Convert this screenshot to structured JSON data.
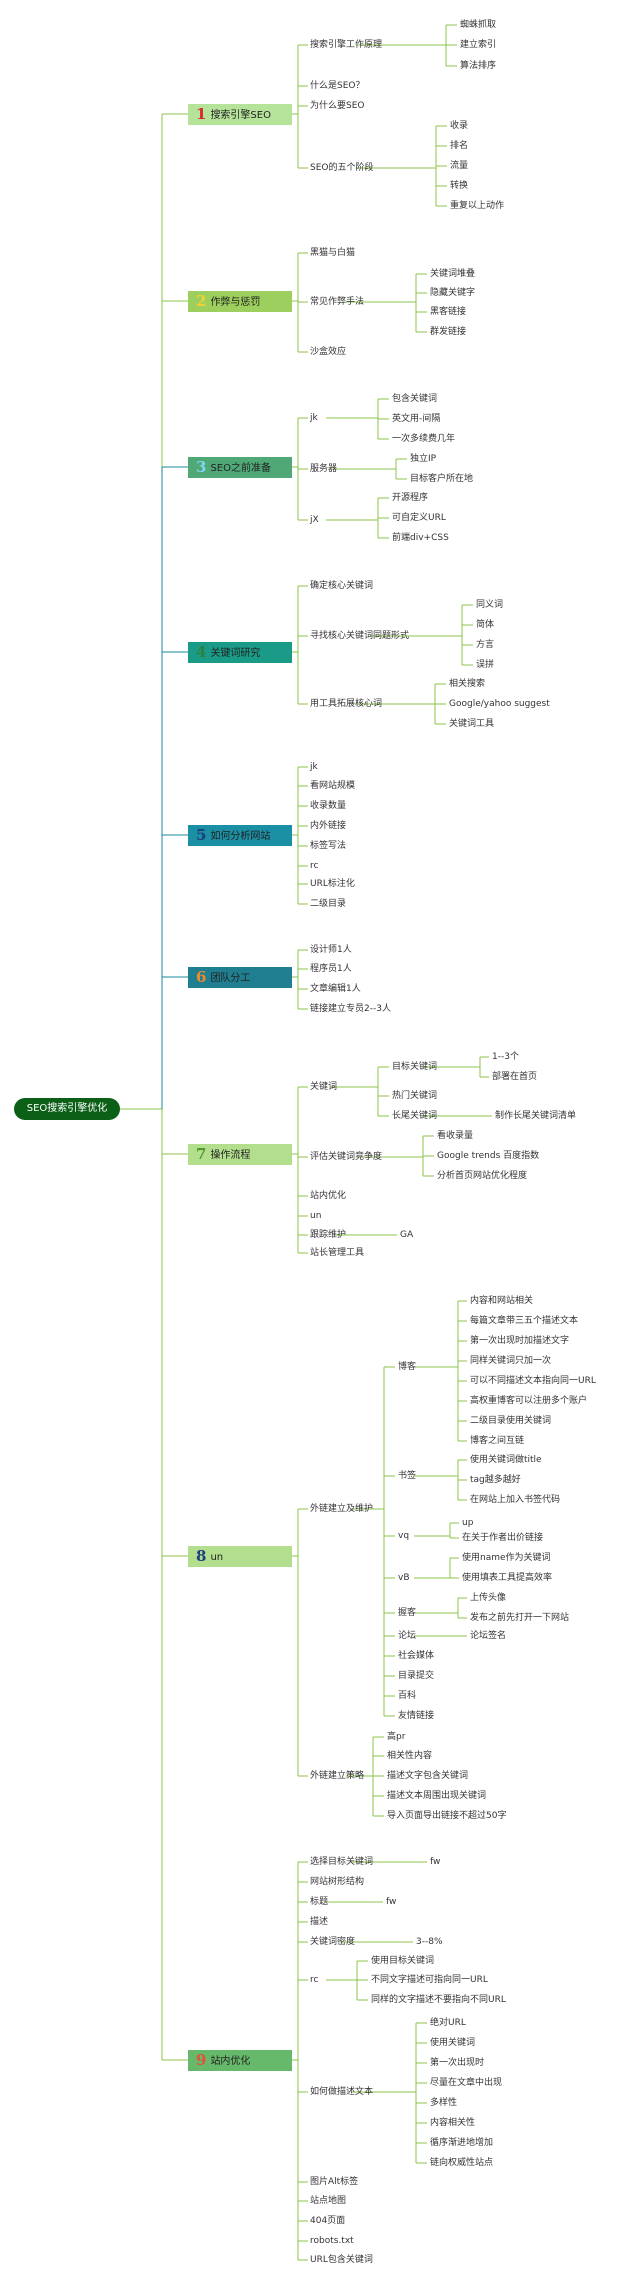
{
  "root": "SEO搜索引擎优化",
  "colors": {
    "line_green": "#8bc34a",
    "line_teal": "#1a8a9c",
    "root_bg": "#0b5f17"
  },
  "sections": [
    {
      "num": "1",
      "label": "搜索引擎SEO",
      "bg": "#b6e39a",
      "num_color": "#d8262c",
      "children": [
        {
          "label": "搜索引擎工作原理",
          "children": [
            {
              "label": "蜘蛛抓取"
            },
            {
              "label": "建立索引"
            },
            {
              "label": "算法排序"
            }
          ]
        },
        {
          "label": "什么是SEO？"
        },
        {
          "label": "为什么要SEO"
        },
        {
          "label": "SEO的五个阶段",
          "children": [
            {
              "label": "收录"
            },
            {
              "label": "排名"
            },
            {
              "label": "流量"
            },
            {
              "label": "转换"
            },
            {
              "label": "重复以上动作"
            }
          ]
        }
      ]
    },
    {
      "num": "2",
      "label": "作弊与惩罚",
      "bg": "#9ccf5d",
      "num_color": "#f2d230",
      "children": [
        {
          "label": "黑猫与白猫"
        },
        {
          "label": "常见作弊手法",
          "children": [
            {
              "label": "关键词堆叠"
            },
            {
              "label": "隐藏关键字"
            },
            {
              "label": "黑客链接"
            },
            {
              "label": "群发链接"
            }
          ]
        },
        {
          "label": "沙盒效应"
        }
      ]
    },
    {
      "num": "3",
      "label": "SEO之前准备",
      "bg": "#4fa876",
      "num_color": "#7fd6f2",
      "children": [
        {
          "label": "jk",
          "children": [
            {
              "label": "包含关键词"
            },
            {
              "label": "英文用-间隔"
            },
            {
              "label": "一次多续费几年"
            }
          ]
        },
        {
          "label": "服务器",
          "children": [
            {
              "label": "独立IP"
            },
            {
              "label": "目标客户所在地"
            }
          ]
        },
        {
          "label": "jX",
          "children": [
            {
              "label": "开源程序"
            },
            {
              "label": "可自定义URL"
            },
            {
              "label": "前端div+CSS"
            }
          ]
        }
      ]
    },
    {
      "num": "4",
      "label": "关键词研究",
      "bg": "#1a9b87",
      "num_color": "#2e7f43",
      "children": [
        {
          "label": "确定核心关键词"
        },
        {
          "label": "寻找核心关键词同题形式",
          "children": [
            {
              "label": "同义词"
            },
            {
              "label": "简体"
            },
            {
              "label": "方言"
            },
            {
              "label": "误拼"
            }
          ]
        },
        {
          "label": "用工具拓展核心词",
          "children": [
            {
              "label": "相关搜索"
            },
            {
              "label": "Google/yahoo suggest"
            },
            {
              "label": "关键词工具"
            }
          ]
        }
      ]
    },
    {
      "num": "5",
      "label": "如何分析网站",
      "bg": "#1b8fa3",
      "num_color": "#1d3f80",
      "children": [
        {
          "label": "jk"
        },
        {
          "label": "看网站规模"
        },
        {
          "label": "收录数量"
        },
        {
          "label": "内外链接"
        },
        {
          "label": "标签写法"
        },
        {
          "label": "rc"
        },
        {
          "label": "URL标注化"
        },
        {
          "label": "二级目录"
        }
      ]
    },
    {
      "num": "6",
      "label": "团队分工",
      "bg": "#1f7e8f",
      "num_color": "#f08a2a",
      "children": [
        {
          "label": "设计师1人"
        },
        {
          "label": "程序员1人"
        },
        {
          "label": "文章编辑1人"
        },
        {
          "label": "链接建立专员2--3人"
        }
      ]
    },
    {
      "num": "7",
      "label": "操作流程",
      "bg": "#b3de8e",
      "num_color": "#4f9a2a",
      "children": [
        {
          "label": "关键词",
          "children": [
            {
              "label": "目标关键词",
              "children": [
                {
                  "label": "1--3个"
                },
                {
                  "label": "部署在首页"
                }
              ]
            },
            {
              "label": "热门关键词"
            },
            {
              "label": "长尾关键词",
              "children": [
                {
                  "label": "制作长尾关键词清单"
                }
              ]
            }
          ]
        },
        {
          "label": "评估关键词竞争度",
          "children": [
            {
              "label": "看收录量"
            },
            {
              "label": "Google trends 百度指数"
            },
            {
              "label": "分析首页网站优化程度"
            }
          ]
        },
        {
          "label": "站内优化"
        },
        {
          "label": "un"
        },
        {
          "label": "跟踪维护",
          "children": [
            {
              "label": "GA"
            }
          ]
        },
        {
          "label": "站长管理工具"
        }
      ]
    },
    {
      "num": "8",
      "label": "un",
      "bg": "#b3de8e",
      "num_color": "#1d3f80",
      "children": [
        {
          "label": "外链建立及维护",
          "children": [
            {
              "label": "博客",
              "children": [
                {
                  "label": "内容和网站相关"
                },
                {
                  "label": "每篇文章带三五个描述文本"
                },
                {
                  "label": "第一次出现时加描述文字"
                },
                {
                  "label": "同样关键词只加一次"
                },
                {
                  "label": "可以不同描述文本指向同一URL"
                },
                {
                  "label": "高权重博客可以注册多个账户"
                },
                {
                  "label": "二级目录使用关键词"
                },
                {
                  "label": "博客之间互链"
                }
              ]
            },
            {
              "label": "书签",
              "children": [
                {
                  "label": "使用关键词做title"
                },
                {
                  "label": "tag越多越好"
                },
                {
                  "label": "在网站上加入书签代码"
                }
              ]
            },
            {
              "label": "vq",
              "children": [
                {
                  "label": "up"
                },
                {
                  "label": "在关于作者出价链接"
                }
              ]
            },
            {
              "label": "vB",
              "children": [
                {
                  "label": "使用name作为关键词"
                },
                {
                  "label": "使用填表工具提高效率"
                }
              ]
            },
            {
              "label": "握客",
              "children": [
                {
                  "label": "上传头像"
                },
                {
                  "label": "发布之前先打开一下网站"
                }
              ]
            },
            {
              "label": "论坛",
              "children": [
                {
                  "label": "论坛签名"
                }
              ]
            },
            {
              "label": "社会媒体"
            },
            {
              "label": "目录提交"
            },
            {
              "label": "百科"
            },
            {
              "label": "友情链接"
            }
          ]
        },
        {
          "label": "外链建立策略",
          "children": [
            {
              "label": "高pr"
            },
            {
              "label": "相关性内容"
            },
            {
              "label": "描述文字包含关键词"
            },
            {
              "label": "描述文本周围出现关键词"
            },
            {
              "label": "导入页面导出链接不超过50字"
            }
          ]
        }
      ]
    },
    {
      "num": "9",
      "label": "站内优化",
      "bg": "#66b86a",
      "num_color": "#e84f3a",
      "children": [
        {
          "label": "选择目标关键词",
          "children": [
            {
              "label": "fw"
            }
          ]
        },
        {
          "label": "网站树形结构"
        },
        {
          "label": "标题",
          "children": [
            {
              "label": "fw"
            }
          ]
        },
        {
          "label": "描述"
        },
        {
          "label": "关键词密度",
          "children": [
            {
              "label": "3--8%"
            }
          ]
        },
        {
          "label": "rc",
          "children": [
            {
              "label": "使用目标关键词"
            },
            {
              "label": "不同文字描述可指向同一URL"
            },
            {
              "label": "同样的文字描述不要指向不同URL"
            }
          ]
        },
        {
          "label": "如何做描述文本",
          "children": [
            {
              "label": "绝对URL"
            },
            {
              "label": "使用关键词"
            },
            {
              "label": "第一次出现时"
            },
            {
              "label": "尽量在文章中出现"
            },
            {
              "label": "多样性"
            },
            {
              "label": "内容相关性"
            },
            {
              "label": "循序渐进地增加"
            },
            {
              "label": "链向权威性站点"
            }
          ]
        },
        {
          "label": "图片Alt标签"
        },
        {
          "label": "站点地图"
        },
        {
          "label": "404页面"
        },
        {
          "label": "robots.txt"
        },
        {
          "label": "URL包含关键词"
        }
      ]
    }
  ]
}
